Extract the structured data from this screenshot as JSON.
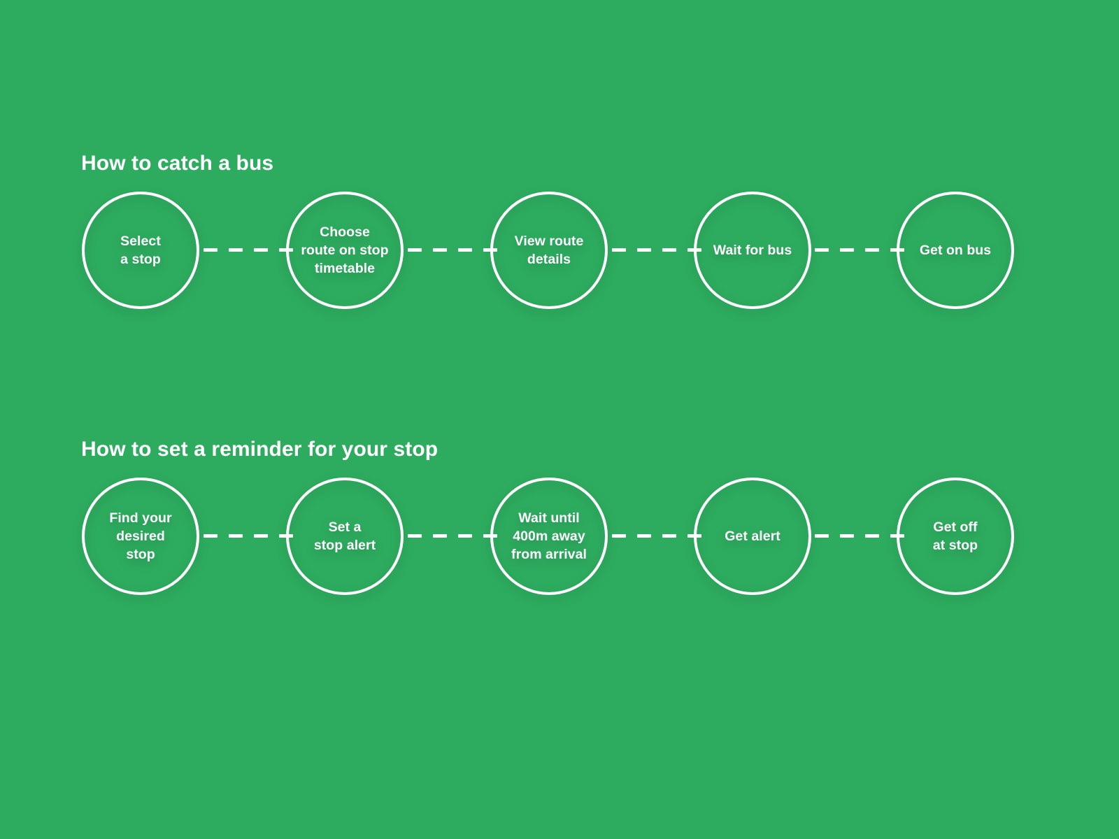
{
  "theme": {
    "background_color": "#2dac5f",
    "node_border_color": "#ffffff",
    "node_fill_color": "transparent",
    "text_color": "#ffffff",
    "connector_color": "#ffffff"
  },
  "sections": [
    {
      "title": "How to catch a bus",
      "steps": [
        {
          "label": "Select\na stop"
        },
        {
          "label": "Choose\nroute on stop\ntimetable"
        },
        {
          "label": "View route\ndetails"
        },
        {
          "label": "Wait for bus"
        },
        {
          "label": "Get on bus"
        }
      ]
    },
    {
      "title": "How to set a reminder for your stop",
      "steps": [
        {
          "label": "Find your\ndesired\nstop"
        },
        {
          "label": "Set a\nstop alert"
        },
        {
          "label": "Wait until\n400m away\nfrom arrival"
        },
        {
          "label": "Get alert"
        },
        {
          "label": "Get off\nat stop"
        }
      ]
    }
  ]
}
